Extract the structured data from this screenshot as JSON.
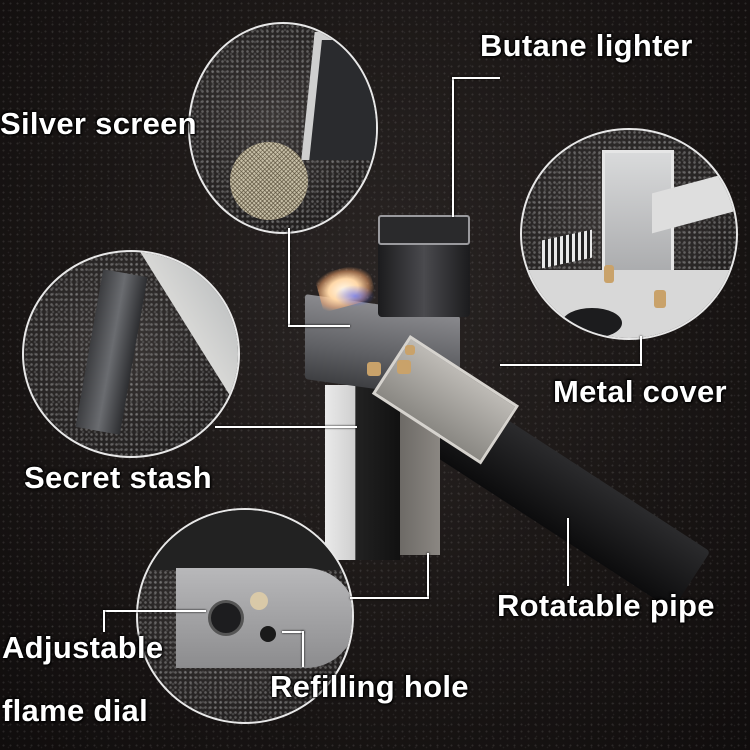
{
  "image": {
    "subject": "folding pipe with integrated butane lighter",
    "background_color": "#1a1615",
    "label_color": "#ffffff",
    "callout_line_color": "#ffffff"
  },
  "labels": {
    "silver_screen": "Silver screen",
    "butane_lighter": "Butane lighter",
    "metal_cover": "Metal cover",
    "secret_stash": "Secret stash",
    "rotatable_pipe": "Rotatable pipe",
    "adjustable_flame_dial_line1": "Adjustable",
    "adjustable_flame_dial_line2": "flame dial",
    "refilling_hole": "Refilling hole"
  },
  "detail_circles": [
    {
      "name": "silver-screen-detail",
      "feature": "Silver screen"
    },
    {
      "name": "metal-cover-detail",
      "feature": "Metal cover"
    },
    {
      "name": "secret-stash-detail",
      "feature": "Secret stash"
    },
    {
      "name": "bottom-valve-detail",
      "feature": "Adjustable flame dial / Refilling hole"
    }
  ]
}
